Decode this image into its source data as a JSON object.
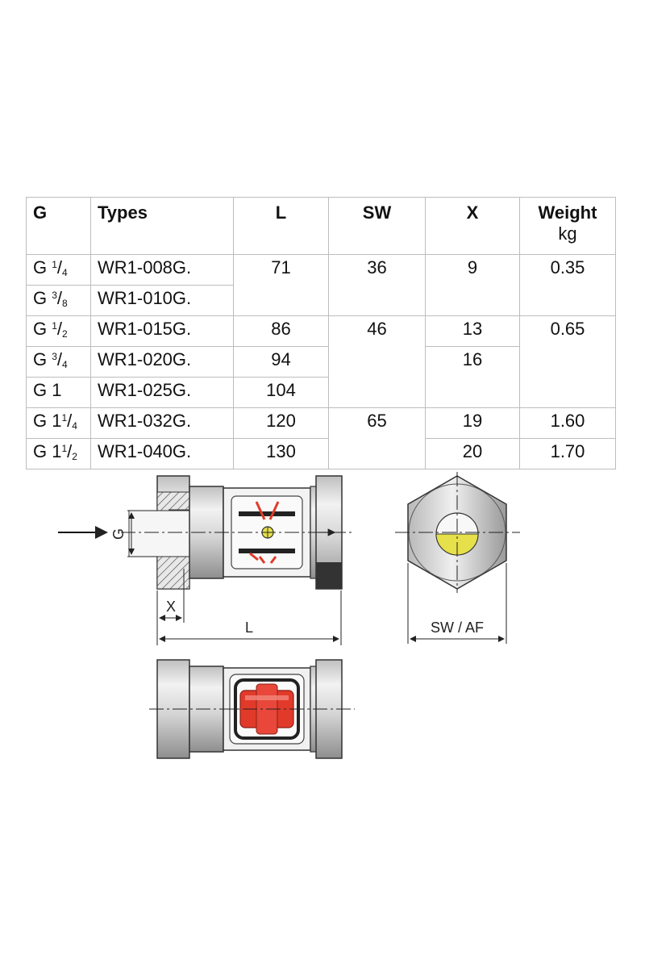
{
  "table": {
    "headers": {
      "g": "G",
      "types": "Types",
      "l": "L",
      "sw": "SW",
      "x": "X",
      "weight": "Weight",
      "weight_unit": "kg"
    },
    "rows": [
      {
        "g_prefix": "G ",
        "g_whole": "",
        "g_num": "1",
        "g_den": "4",
        "type": "WR1-008G.",
        "l": "71",
        "sw": "36",
        "x": "9",
        "weight": "0.35"
      },
      {
        "g_prefix": "G ",
        "g_whole": "",
        "g_num": "3",
        "g_den": "8",
        "type": "WR1-010G.",
        "l": "",
        "sw": "",
        "x": "",
        "weight": ""
      },
      {
        "g_prefix": "G ",
        "g_whole": "",
        "g_num": "1",
        "g_den": "2",
        "type": "WR1-015G.",
        "l": "86",
        "sw": "46",
        "x": "13",
        "weight": "0.65"
      },
      {
        "g_prefix": "G ",
        "g_whole": "",
        "g_num": "3",
        "g_den": "4",
        "type": "WR1-020G.",
        "l": "94",
        "sw": "",
        "x": "16",
        "weight": ""
      },
      {
        "g_prefix": "G 1",
        "g_whole": "",
        "g_num": "",
        "g_den": "",
        "type": "WR1-025G.",
        "l": "104",
        "sw": "",
        "x": "",
        "weight": ""
      },
      {
        "g_prefix": "G ",
        "g_whole": "1",
        "g_num": "1",
        "g_den": "4",
        "type": "WR1-032G.",
        "l": "120",
        "sw": "65",
        "x": "19",
        "weight": "1.60"
      },
      {
        "g_prefix": "G ",
        "g_whole": "1",
        "g_num": "1",
        "g_den": "2",
        "type": "WR1-040G.",
        "l": "130",
        "sw": "",
        "x": "20",
        "weight": "1.70"
      }
    ]
  },
  "diagram": {
    "label_g": "G",
    "label_x": "X",
    "label_l": "L",
    "label_sw": "SW / AF",
    "colors": {
      "flap_red": "#e23a2a",
      "indicator_yellow": "#e6e04a",
      "metal": "#d9d9d9",
      "dark": "#222222"
    }
  }
}
